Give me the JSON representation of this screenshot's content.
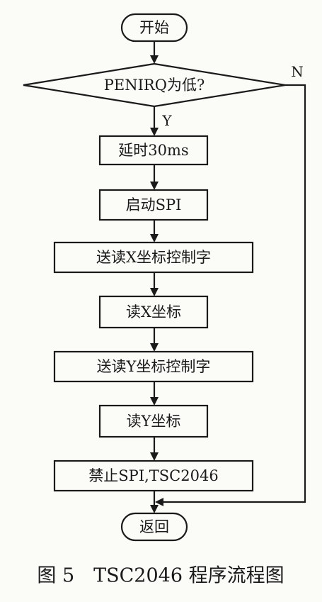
{
  "flowchart": {
    "start": "开始",
    "decision": "PENIRQ为低?",
    "yes_label": "Y",
    "no_label": "N",
    "steps": [
      "延时30ms",
      "启动SPI",
      "送读X坐标控制字",
      "读X坐标",
      "送读Y坐标控制字",
      "读Y坐标",
      "禁止SPI,TSC2046"
    ],
    "end": "返回"
  },
  "caption": "图 5　TSC2046 程序流程图"
}
